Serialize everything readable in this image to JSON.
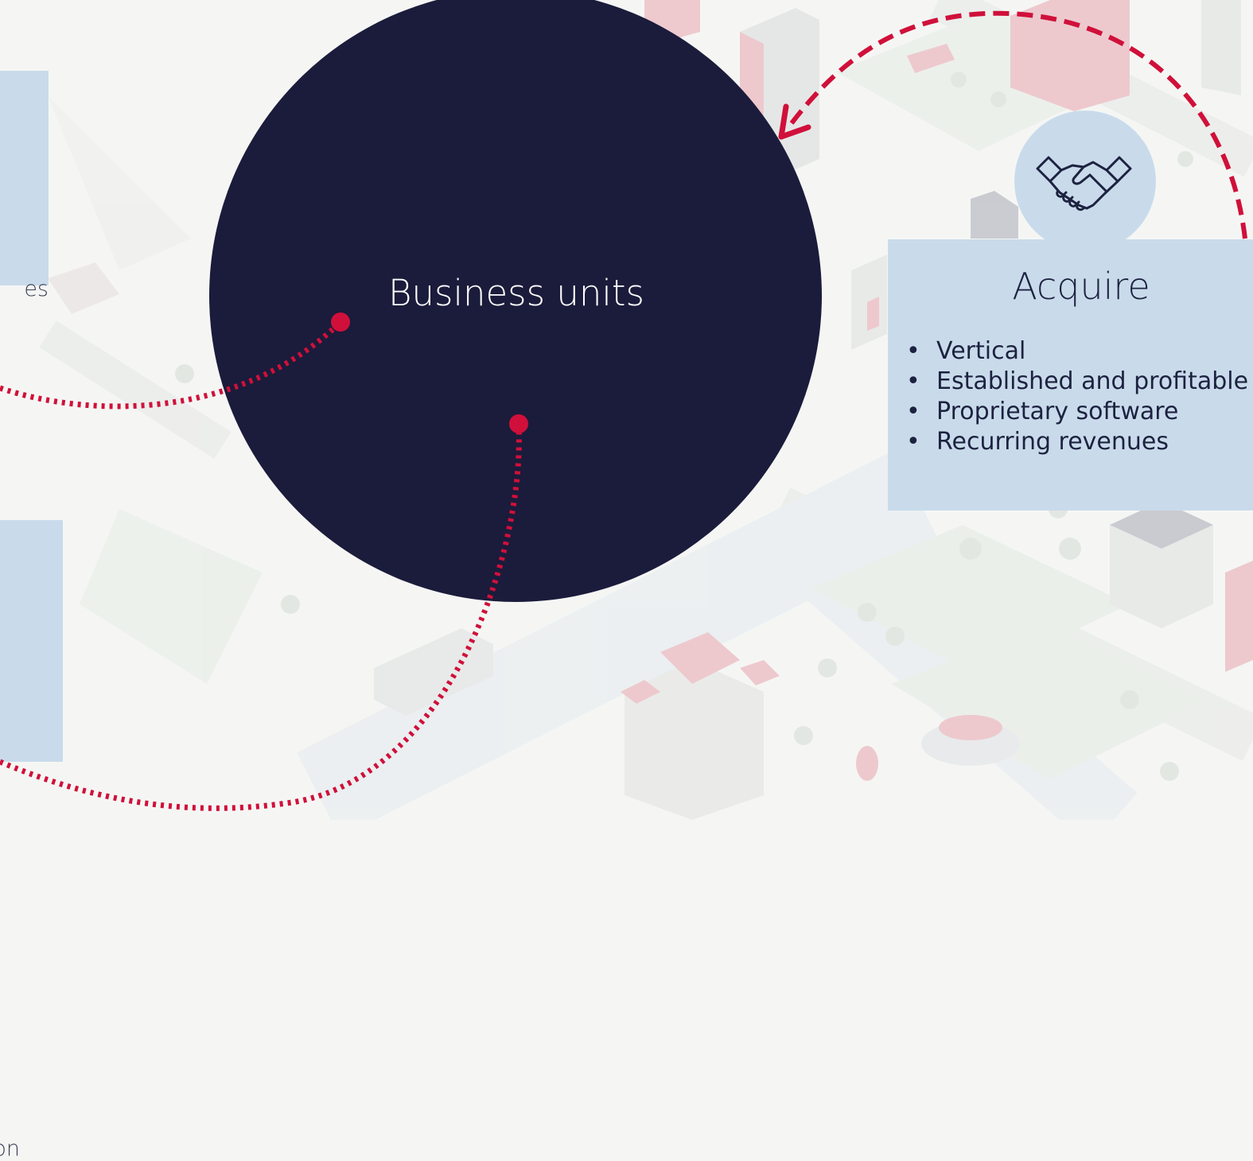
{
  "center_node": {
    "label": "Business units"
  },
  "acquire_card": {
    "title": "Acquire",
    "icon": "handshake-icon",
    "items": [
      "Vertical",
      "Established and profitable",
      "Proprietary software",
      "Recurring revenues"
    ]
  },
  "left_cards": {
    "top_fragment": "es",
    "bottom_fragment": "on"
  },
  "colors": {
    "circle": "#1b1b3b",
    "card": "#c9dbeb",
    "arrow": "#d0103a"
  }
}
